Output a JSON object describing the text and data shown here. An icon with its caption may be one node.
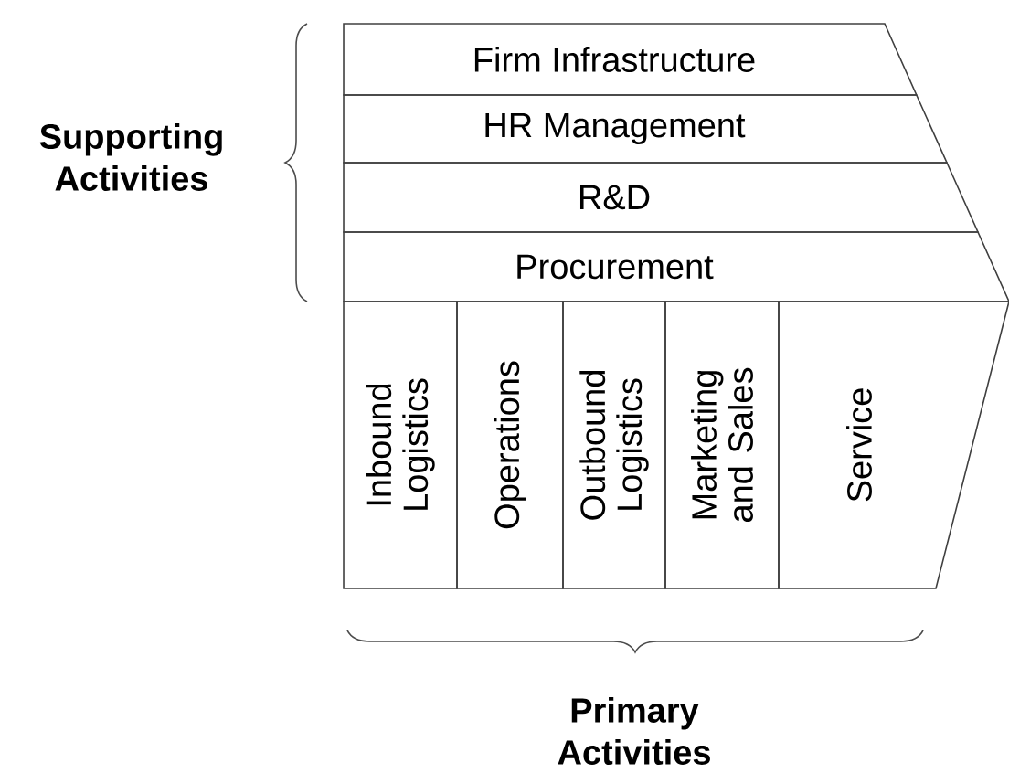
{
  "diagram": {
    "nodes": [
      {
        "text": [
          "Firm Infrastructure"
        ]
      },
      {
        "text": [
          "HR Management"
        ]
      },
      {
        "text": [
          "R&D"
        ]
      },
      {
        "text": [
          "Procurement"
        ]
      },
      {
        "text": [
          "Inbound Logistics"
        ]
      },
      {
        "text": [
          "Operations"
        ]
      },
      {
        "text": [
          "Outbound Logistics"
        ]
      },
      {
        "text": [
          "Marketing and Sales"
        ]
      },
      {
        "text": [
          "Service"
        ]
      }
    ],
    "labels": [
      "Supporting Activities",
      "Primary Activities"
    ]
  }
}
